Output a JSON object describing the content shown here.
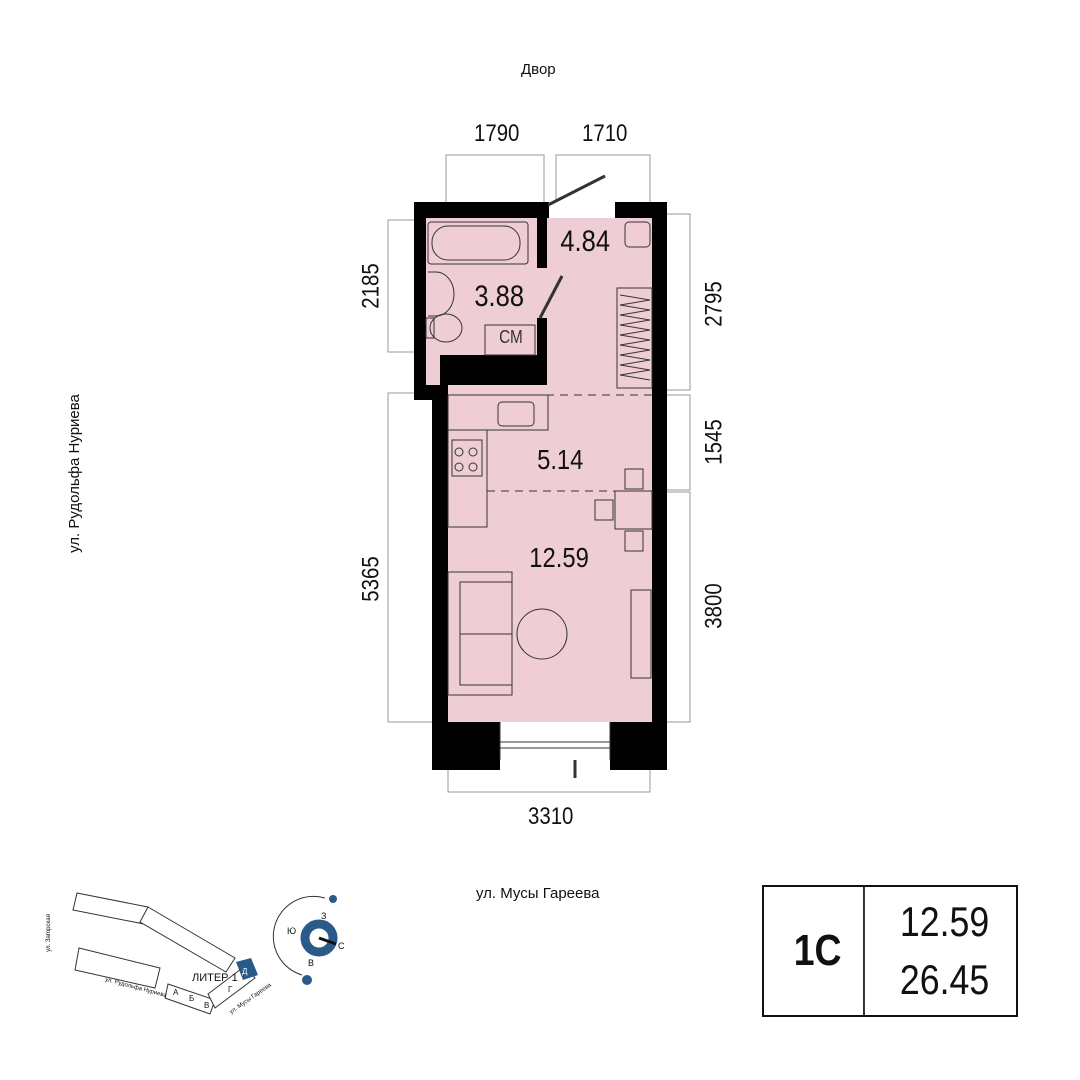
{
  "labels": {
    "yard": "Двор",
    "street_left": "ул. Рудольфа Нуриева",
    "street_bottom": "ул. Мусы Гареева"
  },
  "dimensions": {
    "top_left": "1790",
    "top_right": "1710",
    "left_top": "2185",
    "left_bottom": "5365",
    "right_top": "2795",
    "right_mid": "1545",
    "right_bottom": "3800",
    "bottom": "3310"
  },
  "rooms": {
    "hall": "4.84",
    "bathroom": "3.88",
    "kitchen": "5.14",
    "living": "12.59",
    "washer": "СМ"
  },
  "info": {
    "type": "1С",
    "living_area": "12.59",
    "total_area": "26.45"
  },
  "site_plan": {
    "title": "ЛИТЕР 1",
    "sections": [
      "А",
      "Б",
      "В",
      "Г",
      "Д"
    ],
    "streets": [
      "ул. Загорская",
      "ул. Рудольфа Нуриева",
      "ул. Мусы Гареева"
    ],
    "compass": {
      "n": "С",
      "s": "Ю",
      "w": "З",
      "e": "В"
    }
  },
  "colors": {
    "room": "#efcdd5",
    "wall": "#000000",
    "highlight": "#2a5a8a"
  }
}
